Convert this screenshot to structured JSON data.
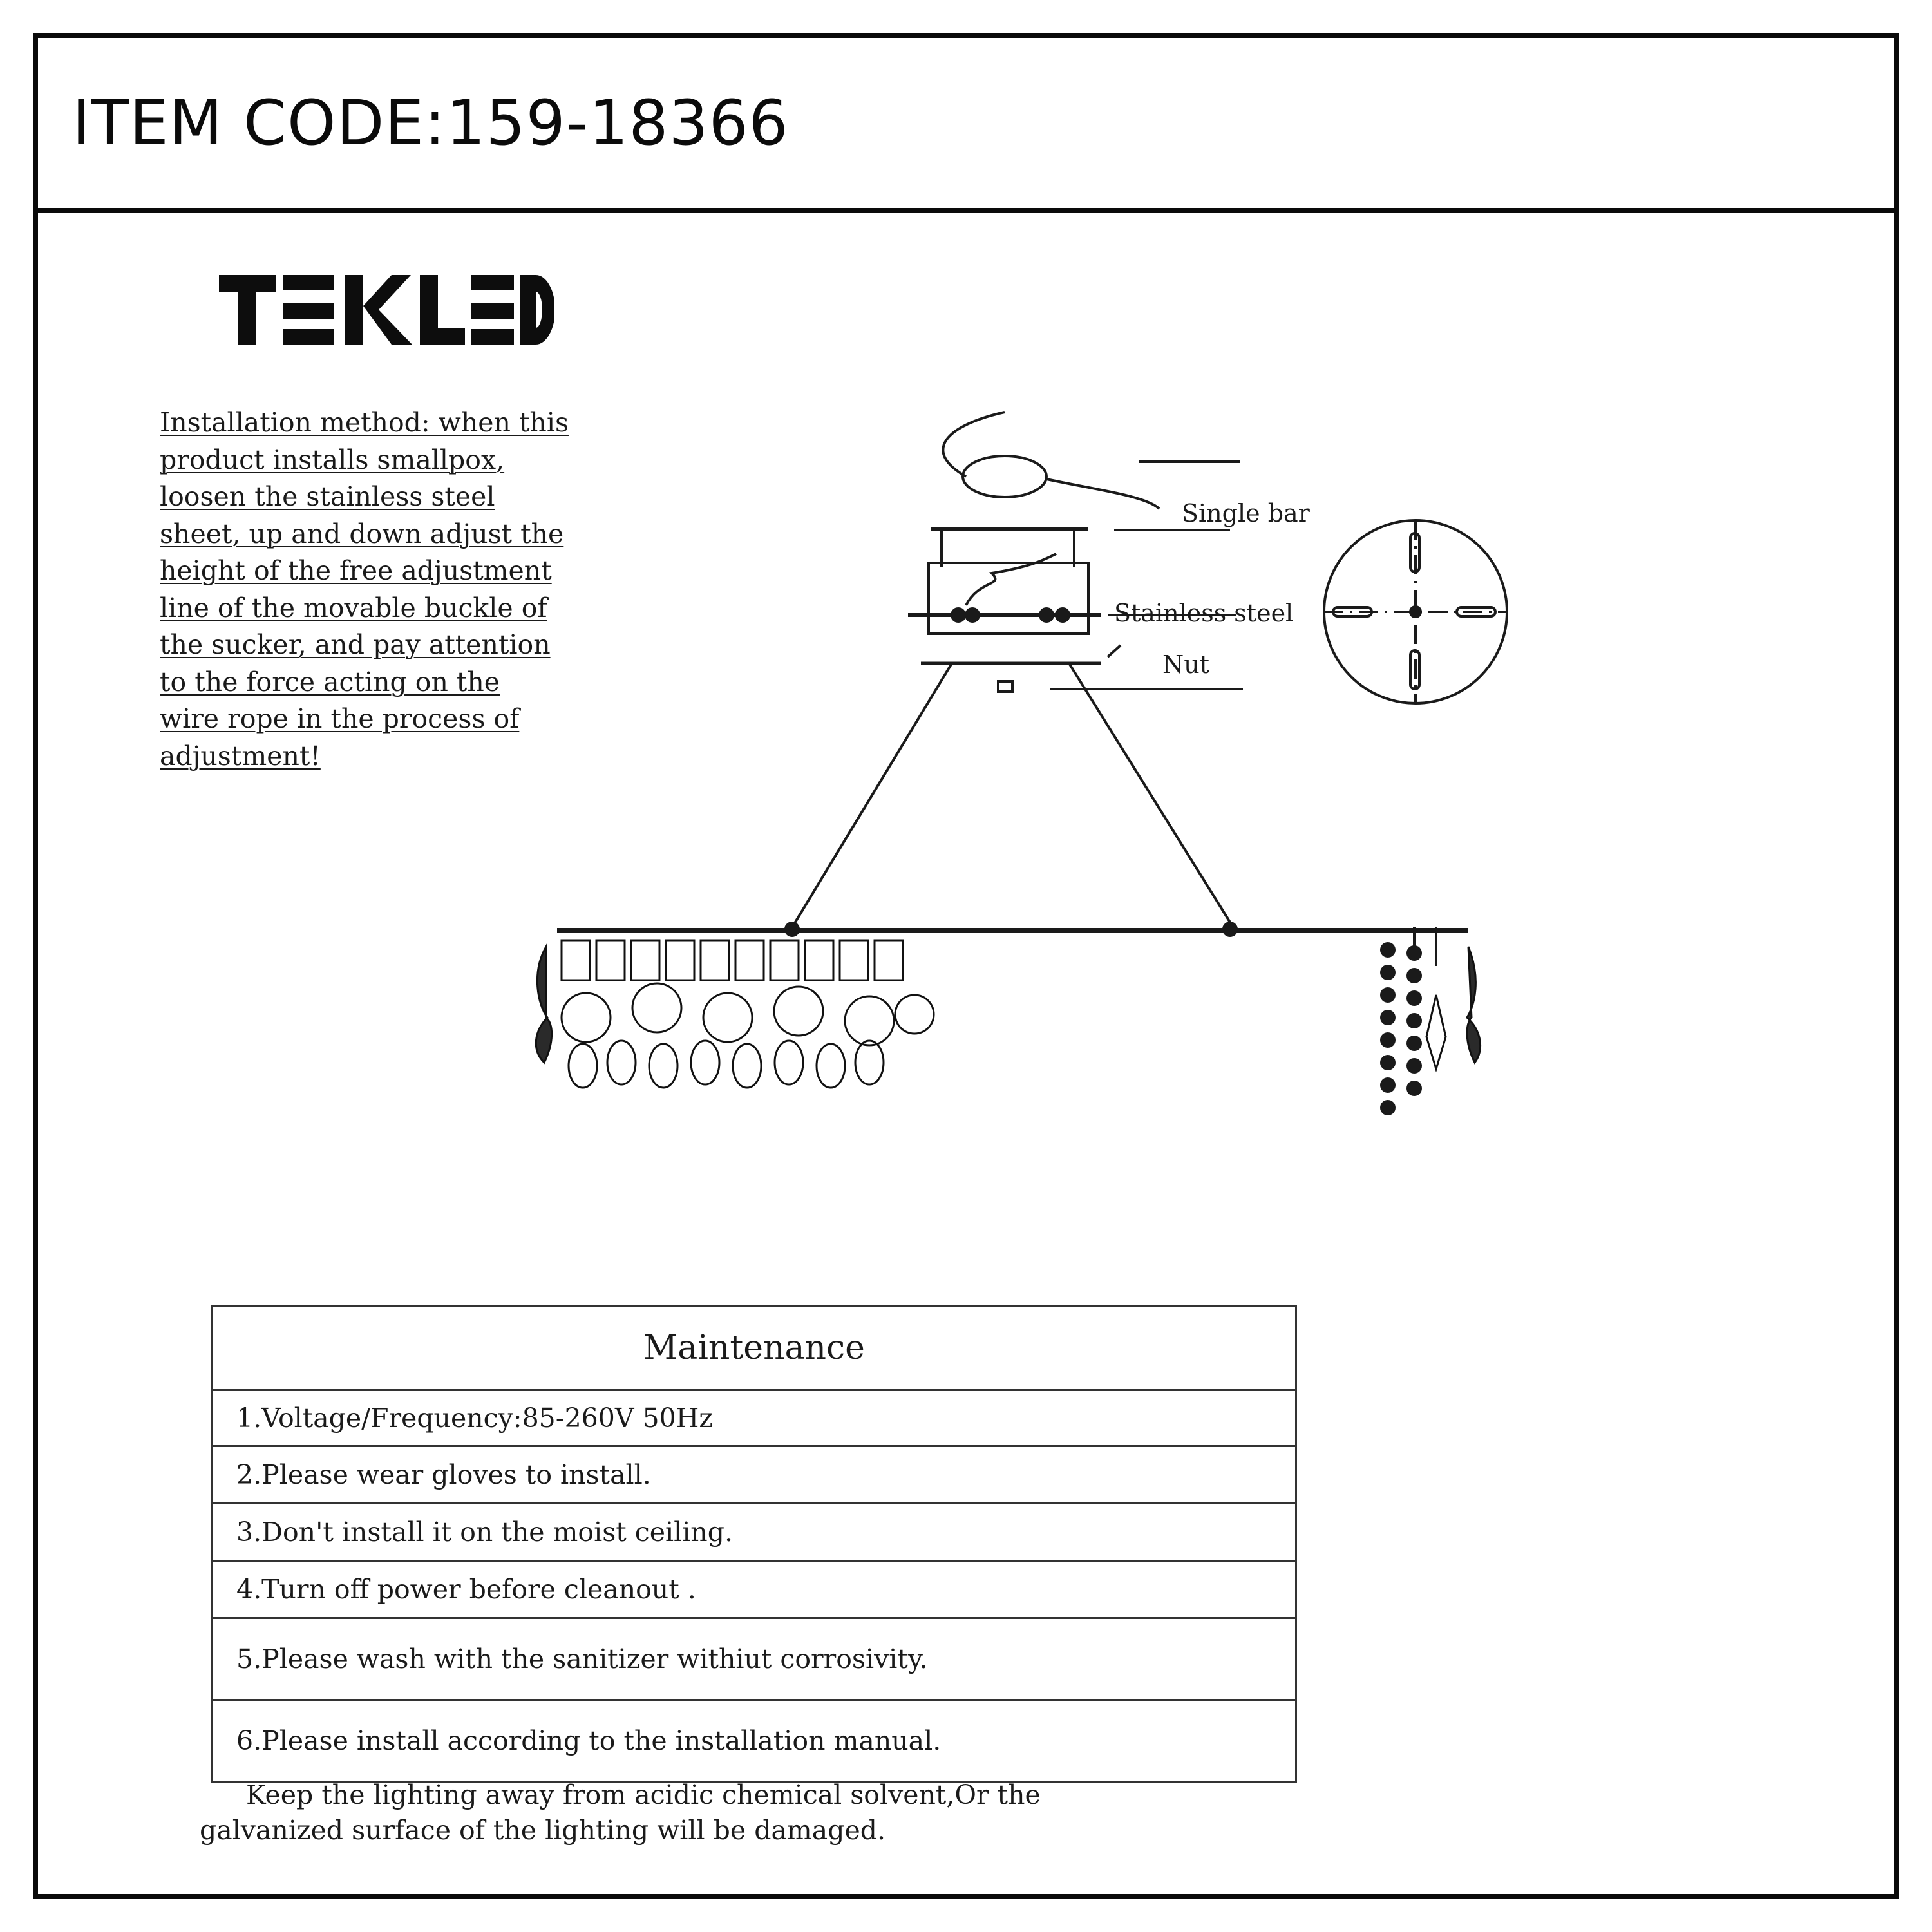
{
  "header": {
    "item_code": "ITEM CODE:159-18366"
  },
  "brand": {
    "logo_text": "TEKLED"
  },
  "installation": {
    "lines": [
      "Installation method: when this",
      "product installs smallpox,",
      "loosen the stainless steel",
      "sheet, up and down adjust the",
      "height of the free adjustment",
      "line of the movable buckle of",
      "the sucker, and pay attention",
      "to the force acting on the",
      "wire rope in the process of",
      "adjustment!"
    ]
  },
  "diagram": {
    "labels": {
      "single_bar": "Single bar",
      "stainless_steel": "Stainless steel",
      "nut": "Nut"
    }
  },
  "maintenance": {
    "title": "Maintenance",
    "items": [
      "1.Voltage/Frequency:85-260V 50Hz",
      "2.Please wear gloves to install.",
      "3.Don't install it on the moist ceiling.",
      "4.Turn off power before cleanout .",
      "5.Please wash with the sanitizer withiut corrosivity.",
      "6.Please install according to the installation manual."
    ],
    "note_line1": "Keep the lighting away from acidic chemical solvent,Or the",
    "note_line2": "galvanized surface of the lighting will be damaged."
  },
  "colors": {
    "ink": "#0a0a0a",
    "paper": "#ffffff"
  }
}
